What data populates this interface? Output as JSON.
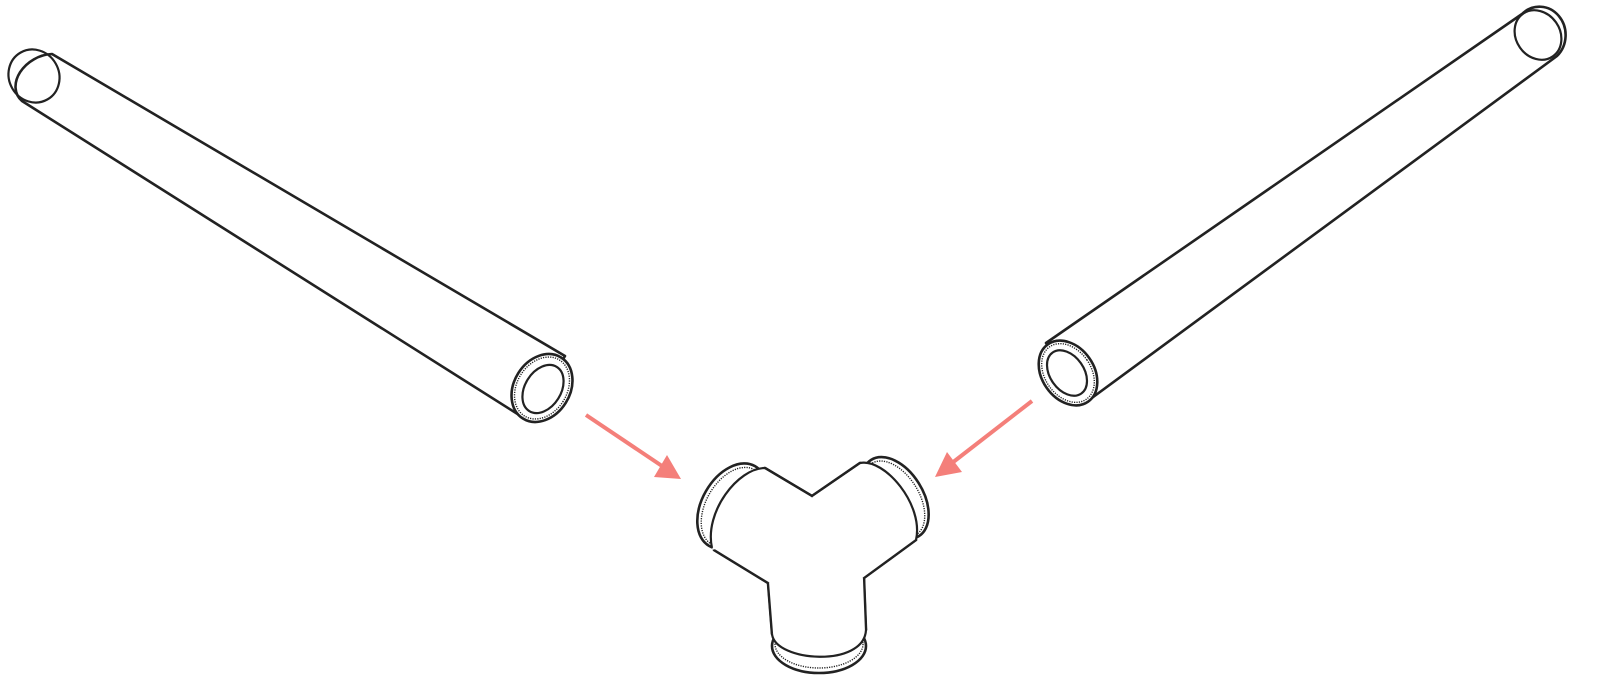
{
  "diagram": {
    "description_hidden": "",
    "colors": {
      "line": "#222222",
      "arrow": "#f47f7a",
      "background": "#ffffff"
    },
    "parts": [
      {
        "id": "left-pipe",
        "kind": "pipe"
      },
      {
        "id": "right-pipe",
        "kind": "pipe"
      },
      {
        "id": "tee-connector",
        "kind": "three-way-fitting"
      }
    ],
    "arrows": [
      {
        "from": "left-pipe",
        "to": "tee-connector"
      },
      {
        "from": "right-pipe",
        "to": "tee-connector"
      }
    ]
  }
}
